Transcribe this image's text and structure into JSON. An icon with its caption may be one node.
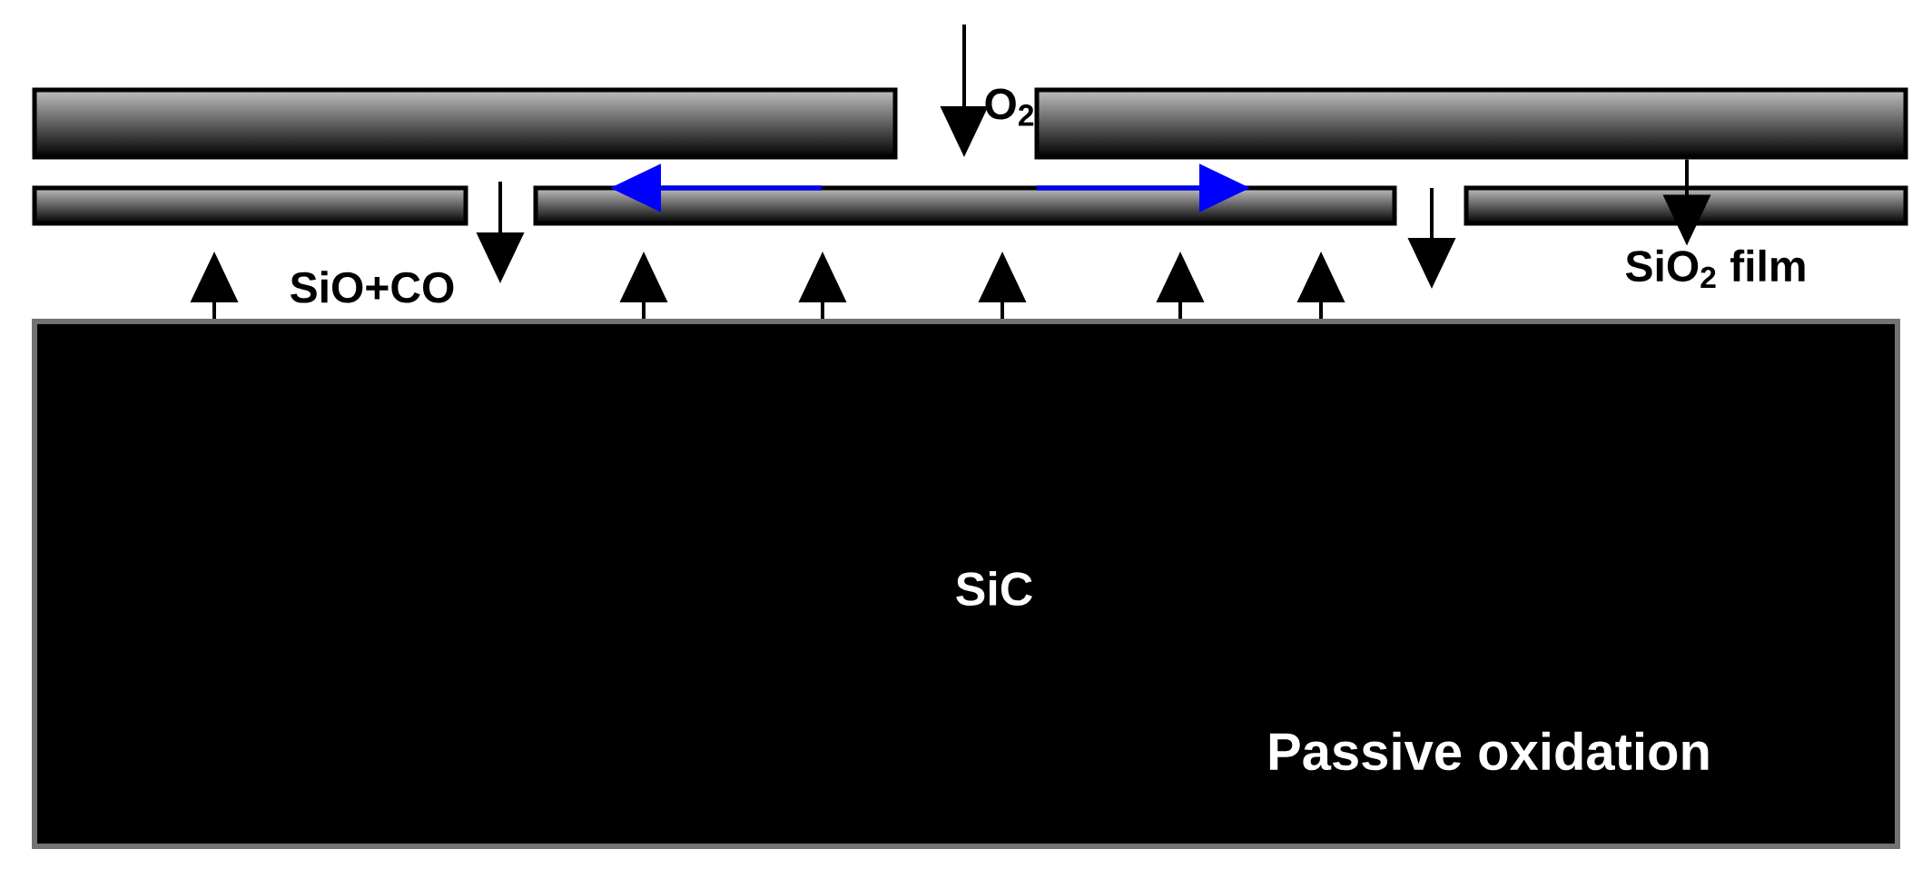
{
  "diagram": {
    "nodes": [
      {
        "text": [],
        "shape": "bar"
      },
      {
        "text": [],
        "shape": "bar"
      },
      {
        "text": [],
        "shape": "bar"
      },
      {
        "text": [],
        "shape": "bar"
      },
      {
        "text": [],
        "shape": "bar"
      },
      {
        "text": [
          "SiC",
          "Passive oxidation"
        ]
      },
      {
        "text": [
          "SiO$_{2}$ film"
        ]
      }
    ],
    "edges": [
      {
        "from": 5,
        "to": null,
        "arrow": "to"
      },
      {
        "from": 5,
        "to": null,
        "arrow": "to"
      },
      {
        "from": 5,
        "to": null,
        "arrow": "to"
      },
      {
        "from": 5,
        "to": null,
        "arrow": "to"
      },
      {
        "from": 5,
        "to": null,
        "arrow": "to"
      },
      {
        "from": 5,
        "to": null,
        "arrow": "to"
      },
      {
        "from": 1,
        "to": 6,
        "arrow": "to"
      }
    ],
    "labels": [
      "O$_{2}$",
      "SiO+CO"
    ]
  }
}
